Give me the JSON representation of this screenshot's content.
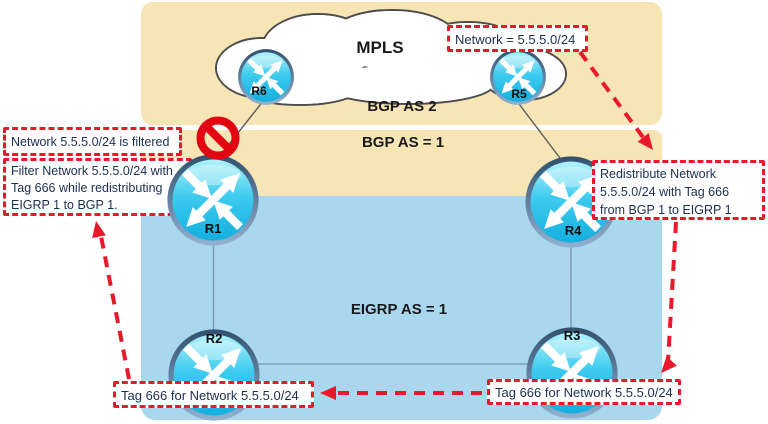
{
  "colors": {
    "region_beige": "#f7e5b6",
    "region_blue": "#a9d8ee",
    "accent_red": "#e8192b",
    "prohibited_red": "#e20613",
    "callout_text": "#1c2f52",
    "router_body_cyan": "#18b7e8"
  },
  "regions": {
    "bgp_as2": "BGP AS 2",
    "bgp_as1": "BGP AS = 1",
    "eigrp": "EIGRP AS = 1"
  },
  "cloud": {
    "label": "MPLS"
  },
  "routers": {
    "r1": "R1",
    "r2": "R2",
    "r3": "R3",
    "r4": "R4",
    "r5": "R5",
    "r6": "R6"
  },
  "callouts": {
    "filtered": "Network 5.5.5.0/24 is filtered",
    "filter_rule_lines": [
      "Filter Network 5.5.5.0/24 with",
      "Tag 666 while redistributing",
      "EIGRP 1 to BGP 1."
    ],
    "network": "Network = 5.5.5.0/24",
    "redistribute_lines": [
      "Redistribute Network",
      "5.5.5.0/24 with Tag 666",
      "from BGP 1 to EIGRP 1"
    ],
    "tag_left": "Tag 666 for Network 5.5.5.0/24",
    "tag_right": "Tag 666 for Network 5.5.5.0/24"
  }
}
